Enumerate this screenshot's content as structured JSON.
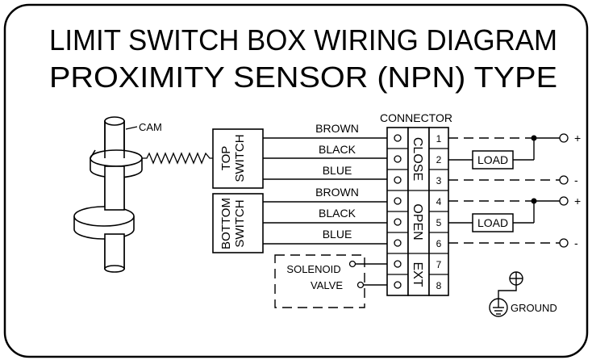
{
  "title_line1": "LIMIT SWITCH BOX WIRING DIAGRAM",
  "title_line2": "PROXIMITY SENSOR (NPN) TYPE",
  "cam_label": "CAM",
  "connector_label": "CONNECTOR",
  "top_switch": {
    "line1": "TOP",
    "line2": "SWITCH"
  },
  "bottom_switch": {
    "line1": "BOTTOM",
    "line2": "SWITCH"
  },
  "wires": {
    "top": [
      "BROWN",
      "BLACK",
      "BLUE"
    ],
    "bottom": [
      "BROWN",
      "BLACK",
      "BLUE"
    ]
  },
  "groups": [
    "CLOSE",
    "OPEN",
    "EXT"
  ],
  "terminals": [
    "1",
    "2",
    "3",
    "4",
    "5",
    "6",
    "7",
    "8"
  ],
  "load_label": "LOAD",
  "solenoid": {
    "line1": "SOLENOID",
    "line2": "VALVE"
  },
  "ground_label": "GROUND",
  "polarity": {
    "plus": "+",
    "minus": "-"
  },
  "colors": {
    "ink": "#000000",
    "background": "#ffffff"
  }
}
